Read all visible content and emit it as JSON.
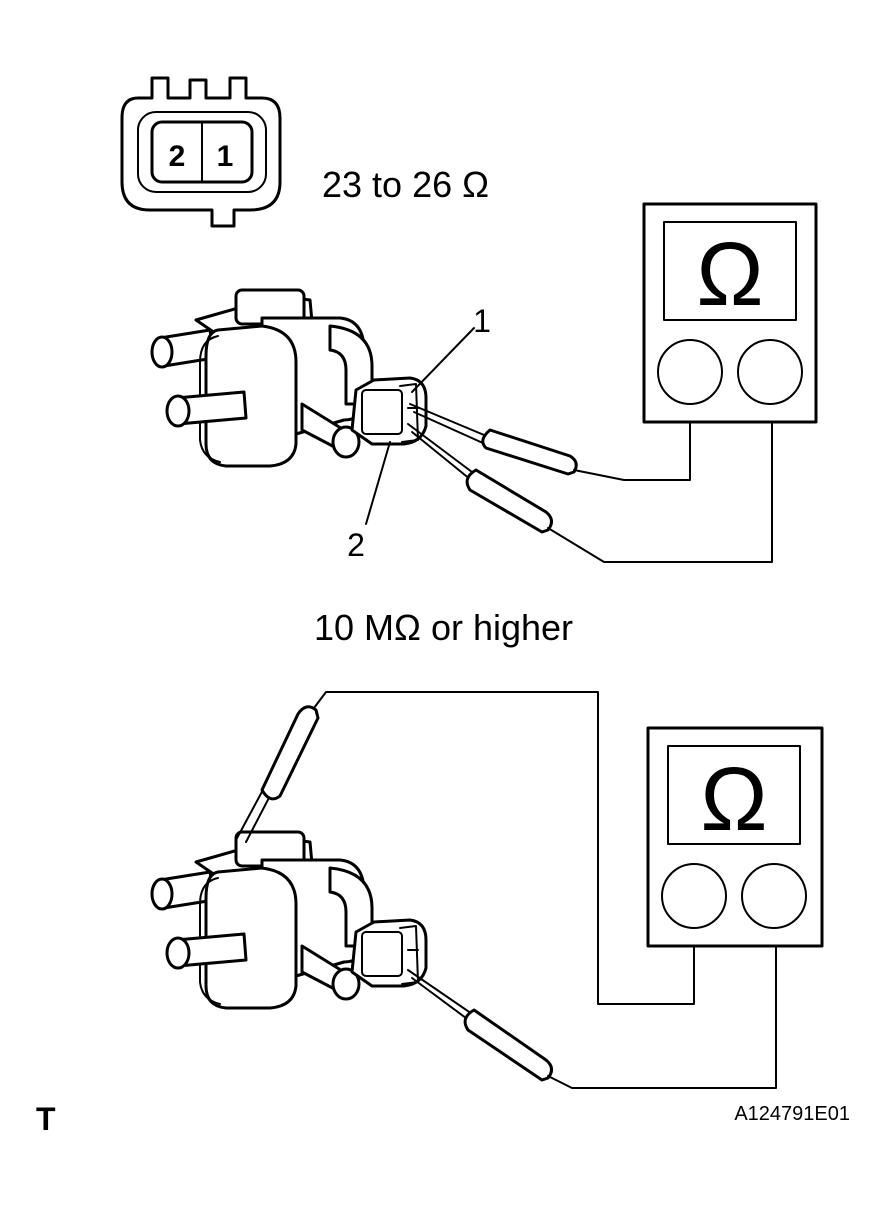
{
  "connector": {
    "pin_left": "2",
    "pin_right": "1"
  },
  "test1": {
    "spec": "23 to 26 Ω",
    "meter_symbol": "Ω",
    "callout_1": "1",
    "callout_2": "2"
  },
  "test2": {
    "spec": "10 MΩ or higher",
    "meter_symbol": "Ω"
  },
  "footer": {
    "left_mark": "T",
    "figure_id": "A124791E01"
  },
  "icons": [
    "ohmmeter-icon",
    "vsv-valve-icon",
    "connector-face-icon",
    "test-probe-icon"
  ]
}
